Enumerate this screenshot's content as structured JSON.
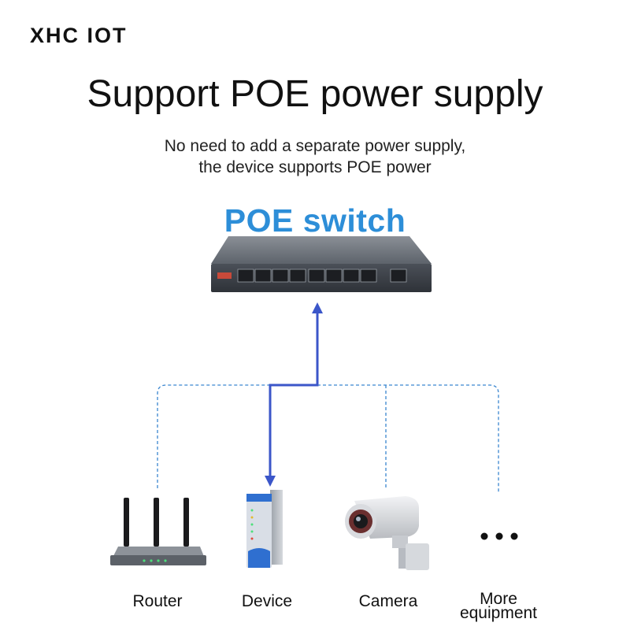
{
  "brand": "XHC IOT",
  "title": "Support POE power supply",
  "subtitle": {
    "line1": "No need to add a separate power supply,",
    "line2": "the device supports POE power"
  },
  "switch_label": "POE switch",
  "devices": {
    "router": "Router",
    "device": "Device",
    "camera": "Camera",
    "more_line1": "More",
    "more_line2": "equipment"
  },
  "more_symbol": "•••",
  "colors": {
    "title_blue": "#2d8ed8",
    "active_line": "#3b56c9",
    "dashed_line": "#3a86d0"
  }
}
